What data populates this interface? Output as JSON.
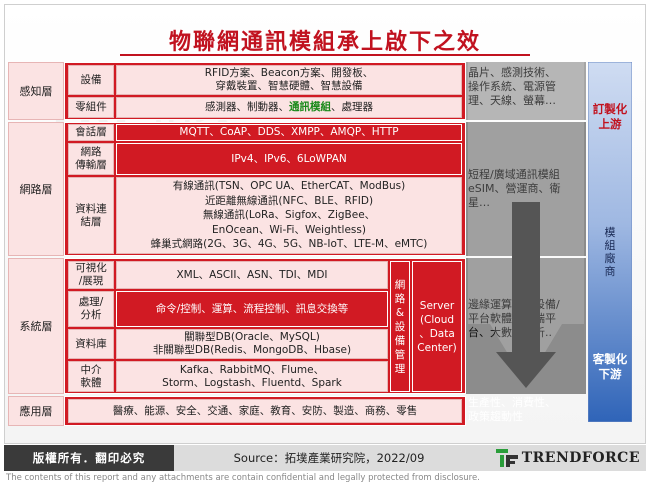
{
  "title": "物聯網通訊模組承上啟下之效",
  "categories": {
    "perception": "感知層",
    "network": "網路層",
    "system": "系統層",
    "application": "應用層"
  },
  "perception": {
    "devices_label": "設備",
    "devices_line1": "RFID方案、Beacon方案、開發板、",
    "devices_line2": "穿戴裝置、智慧硬體、智慧設備",
    "parts_label": "零組件",
    "parts_prefix": "感測器、制動器、",
    "parts_highlight": "通訊模組",
    "parts_suffix": "、處理器"
  },
  "network": {
    "session_label": "會話層",
    "session_content": "MQTT、CoAP、DDS、XMPP、AMQP、HTTP",
    "transport_label_1": "網路",
    "transport_label_2": "傳輸層",
    "transport_content": "IPv4、IPv6、6LoWPAN",
    "link_label_1": "資料連",
    "link_label_2": "結層",
    "link_lines": [
      "有線通訊(TSN、OPC UA、EtherCAT、ModBus)",
      "近距離無線通訊(NFC、BLE、RFID)",
      "無線通訊(LoRa、Sigfox、ZigBee、",
      "EnOcean、Wi-Fi、Weightless)",
      "蜂巢式網路(2G、3G、4G、5G、NB-IoT、LTE-M、eMTC)"
    ]
  },
  "system": {
    "vis_label_1": "可視化",
    "vis_label_2": "/展現",
    "vis_content": "XML、ASCII、ASN、TDI、MDI",
    "proc_label_1": "處理/",
    "proc_label_2": "分析",
    "proc_content": "命令/控制、運算、流程控制、訊息交換等",
    "db_label": "資料庫",
    "db_line1": "關聯型DB(Oracle、MySQL)",
    "db_line2": "非關聯型DB(Redis、MongoDB、Hbase)",
    "mw_label_1": "中介",
    "mw_label_2": "軟體",
    "mw_line1": "Kafka、RabbitMQ、Flume、",
    "mw_line2": "Storm、Logstash、Fluentd、Spark",
    "netmgmt": [
      "網",
      "路",
      "&",
      "設",
      "備",
      "管",
      "理"
    ],
    "server": [
      "Server",
      "(Cloud",
      "、Data",
      "Center)"
    ]
  },
  "application": {
    "content": "醫療、能源、安全、交通、家庭、教育、安防、製造、商務、零售"
  },
  "notes": {
    "upstream_line1": "晶片、感測技術、",
    "upstream_line2": "操作系統、電源管",
    "upstream_line3": "理、天線、螢幕…",
    "midstream_line1": "短程/廣域通訊模組",
    "midstream_line2": "eSIM、營運商、衛",
    "midstream_line3": "星…",
    "downstream_line1": "邊緣運算硬體設備/",
    "downstream_line2": "平台軟體、雲端平",
    "downstream_line3": "台、大數據分析..",
    "app_line1": "生產性、消費性、",
    "app_line2": "政策趨動性"
  },
  "chain": {
    "upstream_1": "訂製化",
    "upstream_2": "上游",
    "module_vendor": [
      "模",
      "組",
      "廠",
      "商"
    ],
    "downstream_1": "客製化",
    "downstream_2": "下游"
  },
  "footer": {
    "copyright": "版權所有．翻印必究",
    "source": "Source：拓墣產業研究院，2022/09",
    "logo": "TRENDFORCE",
    "disclaimer": "The contents of this report and any attachments are contain confidential and legally protected from disclosure."
  },
  "colors": {
    "red": "#d11a23",
    "pink": "#fbe3e3",
    "blue": "#2f64b8",
    "title_red": "#c1121f"
  }
}
